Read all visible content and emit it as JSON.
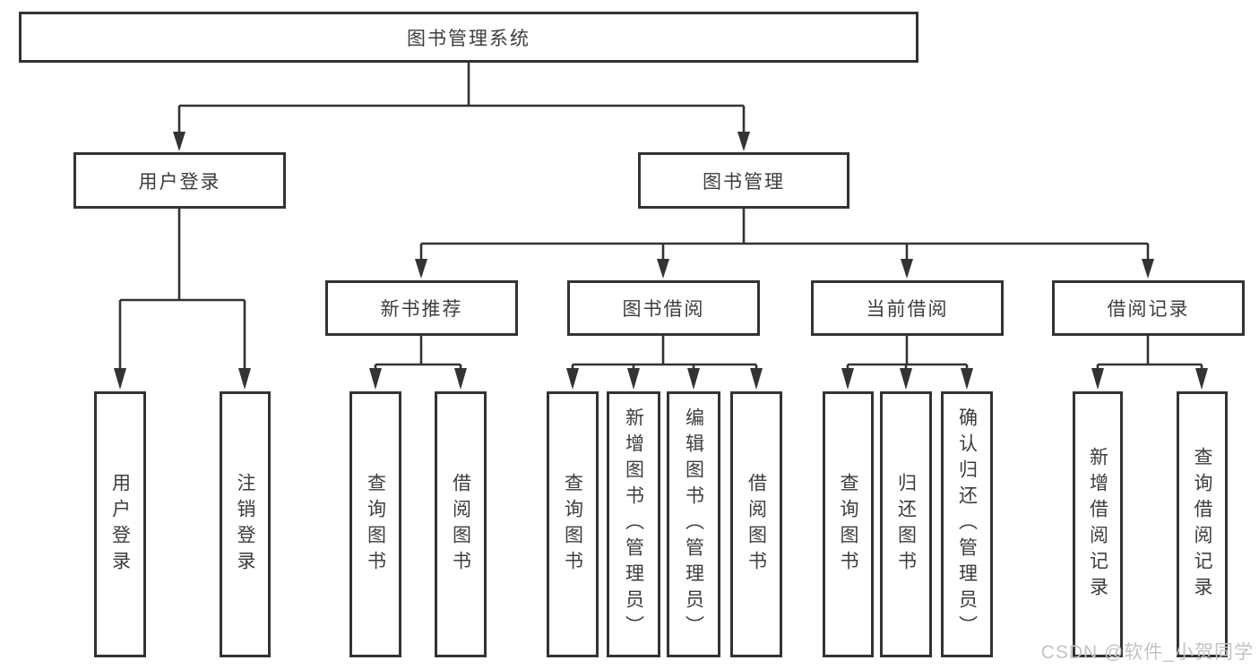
{
  "tree": {
    "label": "图书管理系统",
    "children": [
      {
        "label": "用户登录",
        "children": [
          {
            "label": "用户登录"
          },
          {
            "label": "注销登录"
          }
        ]
      },
      {
        "label": "图书管理",
        "children": [
          {
            "label": "新书推荐",
            "children": [
              {
                "label": "查询图书"
              },
              {
                "label": "借阅图书"
              }
            ]
          },
          {
            "label": "图书借阅",
            "children": [
              {
                "label": "查询图书"
              },
              {
                "label": "新增图书（管理员）"
              },
              {
                "label": "编辑图书（管理员）"
              },
              {
                "label": "借阅图书"
              }
            ]
          },
          {
            "label": "当前借阅",
            "children": [
              {
                "label": "查询图书"
              },
              {
                "label": "归还图书"
              },
              {
                "label": "确认归还（管理员）"
              }
            ]
          },
          {
            "label": "借阅记录",
            "children": [
              {
                "label": "新增借阅记录"
              },
              {
                "label": "查询借阅记录"
              }
            ]
          }
        ]
      }
    ]
  },
  "watermark": {
    "text": "CSDN @软件_小贺同学"
  },
  "colors": {
    "line": "#333333",
    "text": "#3d3d3d",
    "bg": "#ffffff",
    "watermark": "#c3c3c3"
  }
}
